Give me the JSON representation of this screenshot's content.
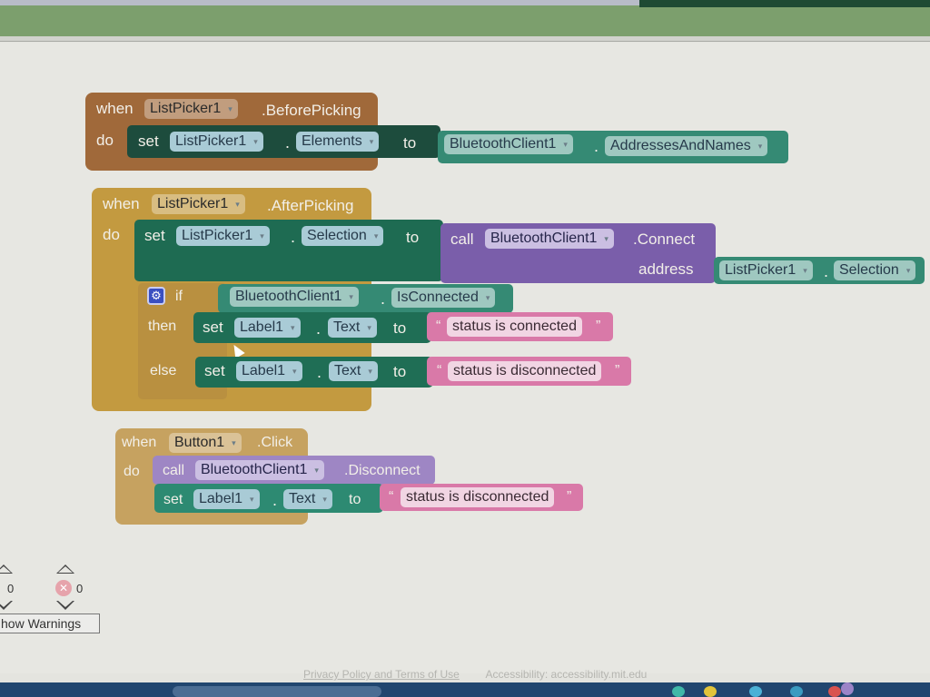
{
  "colors": {
    "event_before": "#a0693a",
    "event_after": "#c39a40",
    "event_button": "#c6a260",
    "setter_green": "#1e6b52",
    "getter_teal": "#358a74",
    "call_purple": "#7a5eaa",
    "text_pink": "#d979a8",
    "control_gear": "#3a4fc0"
  },
  "blocks": {
    "before_picking": {
      "when": "when",
      "component": "ListPicker1",
      "event": ".BeforePicking",
      "do": "do",
      "set": {
        "kw": "set",
        "component": "ListPicker1",
        "dot": ".",
        "property": "Elements",
        "to": "to",
        "value": {
          "component": "BluetoothClient1",
          "dot": ".",
          "property": "AddressesAndNames"
        }
      }
    },
    "after_picking": {
      "when": "when",
      "component": "ListPicker1",
      "event": ".AfterPicking",
      "do": "do",
      "set": {
        "kw": "set",
        "component": "ListPicker1",
        "dot": ".",
        "property": "Selection",
        "to": "to",
        "call": {
          "kw": "call",
          "component": "BluetoothClient1",
          "method": ".Connect",
          "arg_label": "address",
          "arg": {
            "component": "ListPicker1",
            "dot": ".",
            "property": "Selection"
          }
        }
      },
      "if_block": {
        "if": "if",
        "then": "then",
        "else": "else",
        "condition": {
          "component": "BluetoothClient1",
          "dot": ".",
          "property": "IsConnected"
        },
        "then_set": {
          "kw": "set",
          "component": "Label1",
          "dot": ".",
          "property": "Text",
          "to": "to",
          "open_quote": "“",
          "text": "status is connected",
          "close_quote": "”"
        },
        "else_set": {
          "kw": "set",
          "component": "Label1",
          "dot": ".",
          "property": "Text",
          "to": "to",
          "open_quote": "“",
          "text": "status is disconnected",
          "close_quote": "”"
        }
      }
    },
    "button_click": {
      "when": "when",
      "component": "Button1",
      "event": ".Click",
      "do": "do",
      "call": {
        "kw": "call",
        "component": "BluetoothClient1",
        "method": ".Disconnect"
      },
      "set": {
        "kw": "set",
        "component": "Label1",
        "dot": ".",
        "property": "Text",
        "to": "to",
        "open_quote": "“",
        "text": "status is disconnected",
        "close_quote": "”"
      }
    }
  },
  "warnings": {
    "warning_count": "0",
    "error_count": "0",
    "toggle_label": "how Warnings"
  },
  "footer": {
    "privacy": "Privacy Policy and Terms of Use",
    "accessibility": "Accessibility: accessibility.mit.edu"
  },
  "icons": {
    "gear": "⚙",
    "error": "✕",
    "caret": "▾"
  }
}
